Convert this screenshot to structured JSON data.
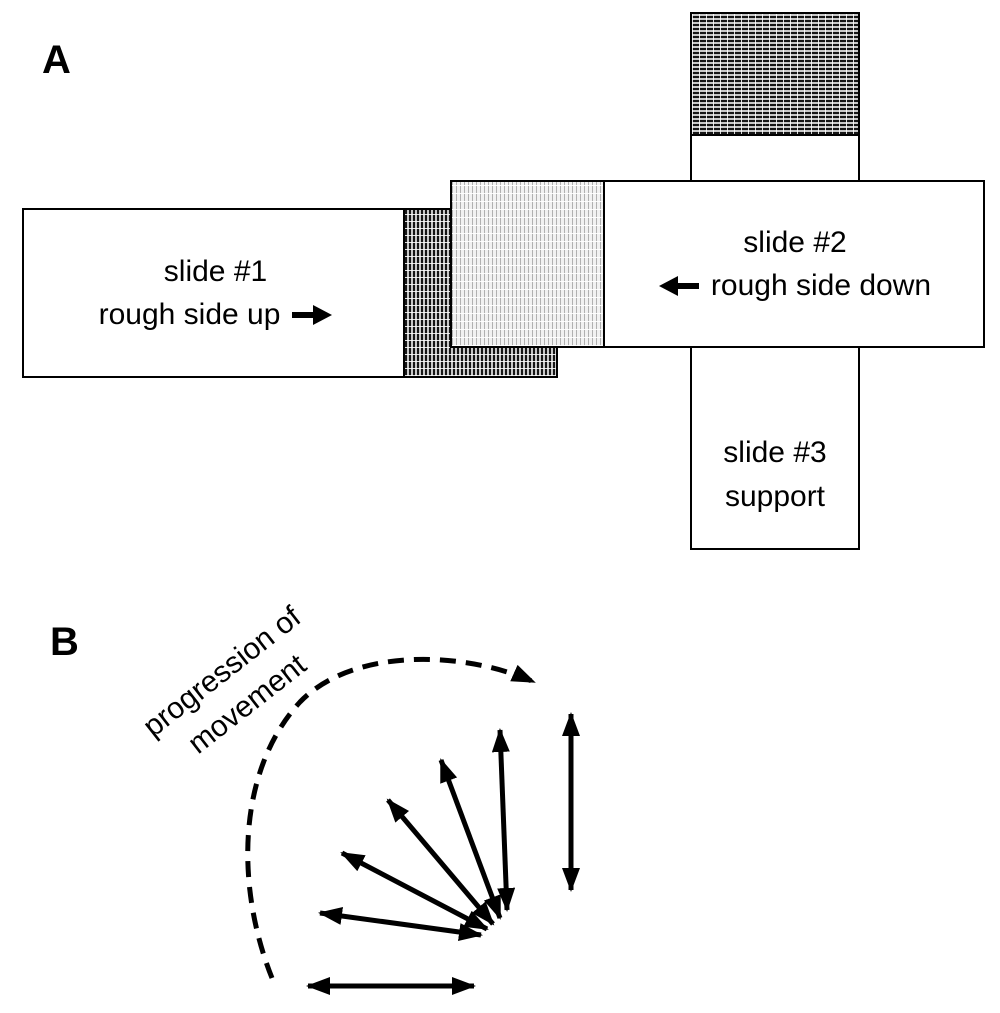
{
  "figure": {
    "panel_a": {
      "label": "A",
      "slide1": {
        "title": "slide #1",
        "subtitle": "rough side up"
      },
      "slide2": {
        "title": "slide #2",
        "subtitle": "rough side down"
      },
      "slide3": {
        "title": "slide #3",
        "subtitle": "support"
      }
    },
    "panel_b": {
      "label": "B",
      "annotation_line1": "progression of",
      "annotation_line2": "movement"
    }
  },
  "colors": {
    "ink": "#000000",
    "background": "#ffffff",
    "frost_dark": "#161616",
    "frost_light": "#b0b0b0"
  }
}
